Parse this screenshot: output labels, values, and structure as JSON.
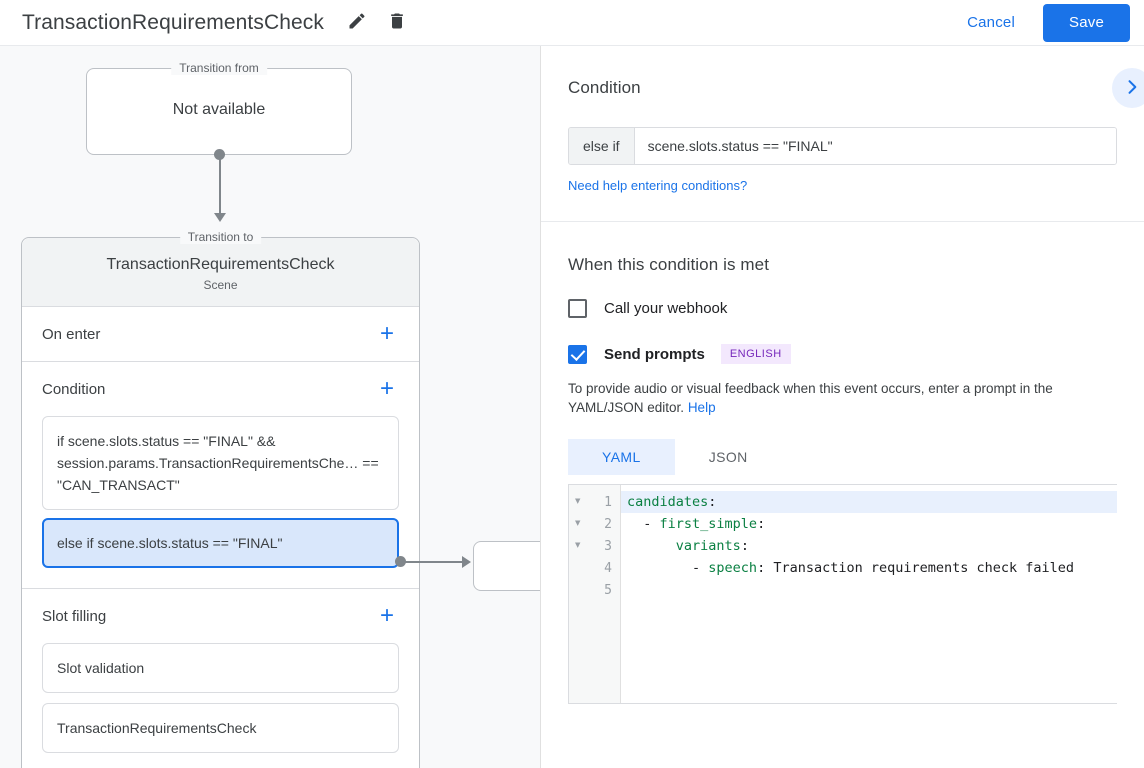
{
  "header": {
    "title": "TransactionRequirementsCheck",
    "edit_icon": "pencil-icon",
    "delete_icon": "trash-icon",
    "cancel_label": "Cancel",
    "save_label": "Save",
    "accent_color": "#1a73e8"
  },
  "graph": {
    "transition_from": {
      "legend": "Transition from",
      "value": "Not available"
    },
    "transition_to": {
      "legend": "Transition to",
      "name": "TransactionRequirementsCheck",
      "type": "Scene"
    },
    "sections": [
      {
        "title": "On enter",
        "add_label": "+",
        "items": []
      },
      {
        "title": "Condition",
        "add_label": "+",
        "items": [
          {
            "text": "if scene.slots.status == \"FINAL\" && session.params.TransactionRequirementsChe… == \"CAN_TRANSACT\"",
            "selected": false
          },
          {
            "text": "else if scene.slots.status == \"FINAL\"",
            "selected": true
          }
        ]
      },
      {
        "title": "Slot filling",
        "add_label": "+",
        "items": [
          {
            "text": "Slot validation",
            "selected": false
          },
          {
            "text": "TransactionRequirementsCheck",
            "selected": false
          }
        ]
      }
    ]
  },
  "detail": {
    "condition": {
      "title": "Condition",
      "prefix": "else if",
      "value": "scene.slots.status == \"FINAL\"",
      "help_link": "Need help entering conditions?",
      "expand_icon": "chevron-right-icon"
    },
    "when_met": {
      "title": "When this condition is met",
      "webhook": {
        "label": "Call your webhook",
        "checked": false
      },
      "prompts": {
        "label": "Send prompts",
        "checked": true,
        "badge": "ENGLISH",
        "badge_bg": "#f3e8fd",
        "badge_color": "#7627bb"
      },
      "description": "To provide audio or visual feedback when this event occurs, enter a prompt in the YAML/JSON editor.",
      "help_label": "Help"
    },
    "editor": {
      "tabs": [
        {
          "label": "YAML",
          "active": true
        },
        {
          "label": "JSON",
          "active": false
        }
      ],
      "lines": [
        {
          "num": "1",
          "fold": true,
          "highlight": true,
          "segments": [
            {
              "t": "candidates",
              "c": "k"
            },
            {
              "t": ":",
              "c": "p"
            }
          ]
        },
        {
          "num": "2",
          "fold": true,
          "highlight": false,
          "segments": [
            {
              "t": "  - ",
              "c": "p"
            },
            {
              "t": "first_simple",
              "c": "k"
            },
            {
              "t": ":",
              "c": "p"
            }
          ]
        },
        {
          "num": "3",
          "fold": true,
          "highlight": false,
          "segments": [
            {
              "t": "      ",
              "c": "p"
            },
            {
              "t": "variants",
              "c": "k"
            },
            {
              "t": ":",
              "c": "p"
            }
          ]
        },
        {
          "num": "4",
          "fold": false,
          "highlight": false,
          "segments": [
            {
              "t": "        - ",
              "c": "p"
            },
            {
              "t": "speech",
              "c": "k"
            },
            {
              "t": ": Transaction requirements check failed",
              "c": "p"
            }
          ]
        },
        {
          "num": "5",
          "fold": false,
          "highlight": false,
          "segments": []
        }
      ]
    }
  }
}
